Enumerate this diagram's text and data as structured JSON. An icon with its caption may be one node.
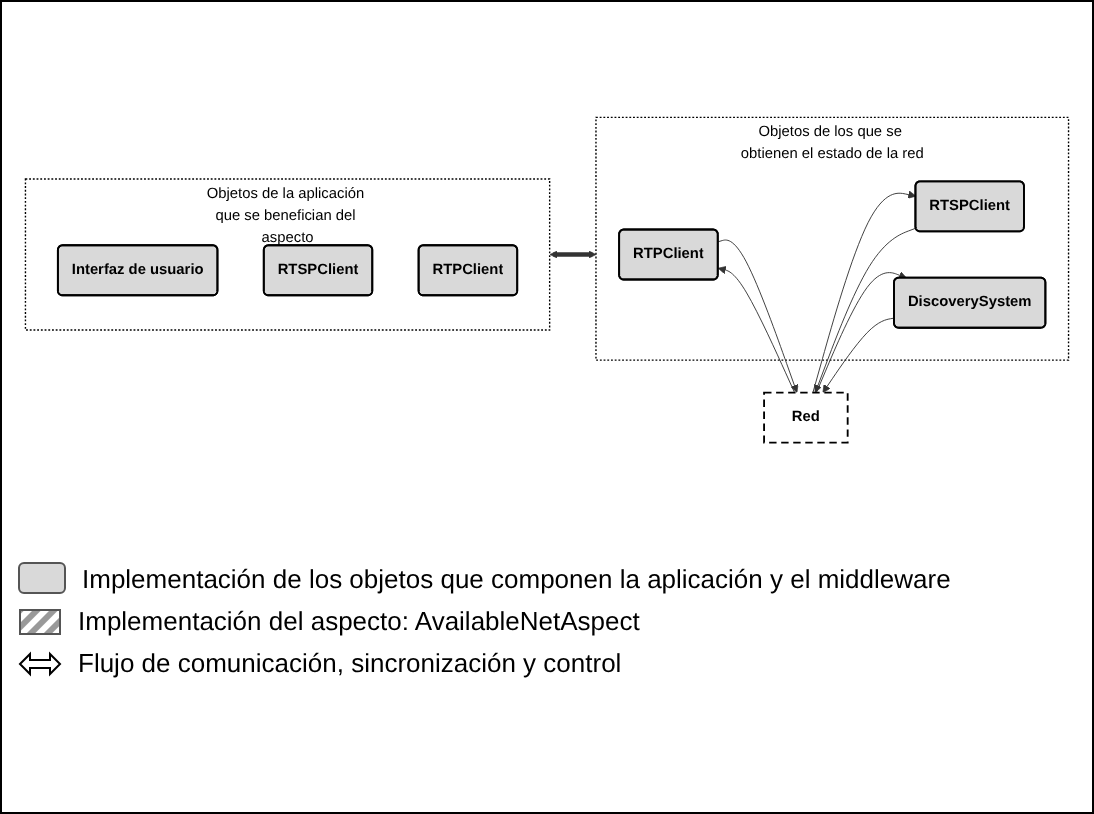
{
  "diagram": {
    "nodes": [
      {
        "text": [
          "Objetos de la aplicación que se benefician del aspecto"
        ]
      },
      {
        "text": [
          "Interfaz de usuario"
        ],
        "in": 0
      },
      {
        "text": [
          "RTSPClient"
        ],
        "in": 0
      },
      {
        "text": [
          "RTPClient"
        ],
        "in": 0
      },
      {
        "text": [
          "Objetos de los que se obtienen el estado de la red"
        ]
      },
      {
        "text": [
          "RTPClient"
        ],
        "in": 4
      },
      {
        "text": [
          "RTSPClient"
        ],
        "in": 4
      },
      {
        "text": [
          "DiscoverySystem"
        ],
        "in": 4
      },
      {
        "text": [
          "Red"
        ]
      }
    ],
    "edges": [
      {
        "from": 0,
        "to": 4,
        "arrow": "both",
        "style": "thick"
      },
      {
        "from": 5,
        "to": 8,
        "arrow": "to"
      },
      {
        "from": 8,
        "to": 5,
        "arrow": "to"
      },
      {
        "from": 6,
        "to": 8,
        "arrow": "to"
      },
      {
        "from": 8,
        "to": 6,
        "arrow": "to"
      },
      {
        "from": 7,
        "to": 8,
        "arrow": "to"
      },
      {
        "from": 8,
        "to": 7,
        "arrow": "to"
      }
    ],
    "legend": [
      {
        "text": "Implementación de los objetos que componen la aplicación y el middleware",
        "color": "#d9d9d9"
      },
      {
        "text": "Implementación del aspecto: AvailableNetAspect"
      },
      {
        "text": "Flujo de comunicación, sincronización  y control"
      }
    ]
  }
}
